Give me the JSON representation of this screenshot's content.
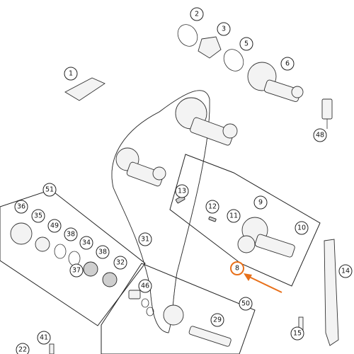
{
  "diagram": {
    "highlight_color": "#e8701a",
    "callouts": [
      {
        "id": "c1",
        "label": "1"
      },
      {
        "id": "c2",
        "label": "2"
      },
      {
        "id": "c3",
        "label": "3"
      },
      {
        "id": "c5",
        "label": "5"
      },
      {
        "id": "c6",
        "label": "6"
      },
      {
        "id": "c48",
        "label": "48"
      },
      {
        "id": "c51",
        "label": "51"
      },
      {
        "id": "c36",
        "label": "36"
      },
      {
        "id": "c35",
        "label": "35"
      },
      {
        "id": "c49",
        "label": "49"
      },
      {
        "id": "c38a",
        "label": "38"
      },
      {
        "id": "c34",
        "label": "34"
      },
      {
        "id": "c38b",
        "label": "38"
      },
      {
        "id": "c37",
        "label": "37"
      },
      {
        "id": "c32",
        "label": "32"
      },
      {
        "id": "c31",
        "label": "31"
      },
      {
        "id": "c13",
        "label": "13"
      },
      {
        "id": "c12",
        "label": "12"
      },
      {
        "id": "c11",
        "label": "11"
      },
      {
        "id": "c9",
        "label": "9"
      },
      {
        "id": "c10",
        "label": "10"
      },
      {
        "id": "c8",
        "label": "8",
        "highlight": true
      },
      {
        "id": "c14",
        "label": "14"
      },
      {
        "id": "c46",
        "label": "46"
      },
      {
        "id": "c50",
        "label": "50"
      },
      {
        "id": "c29",
        "label": "29"
      },
      {
        "id": "c41",
        "label": "41"
      },
      {
        "id": "c15",
        "label": "15"
      },
      {
        "id": "c22",
        "label": "22"
      }
    ]
  }
}
